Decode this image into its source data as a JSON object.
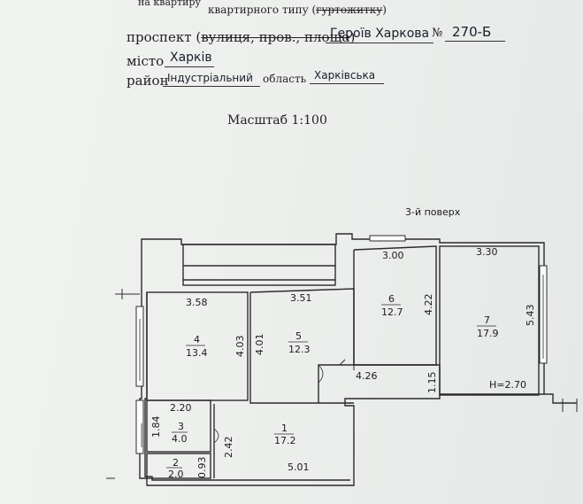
{
  "header": {
    "top_fragment": "на квартиру",
    "type_line_prefix": "квартирного типу (",
    "type_line_struck": "гуртожитку",
    "type_line_suffix": ")",
    "street_label_prefix": "проспект (",
    "street_label_struck": "вулиця, пров., площа",
    "street_label_suffix": ")",
    "street_value": "Героїв Харкова",
    "number_label": "№",
    "number_value": "270-Б",
    "city_label": "місто",
    "city_value": "Харків",
    "district_label": "район",
    "district_value": "Індустріальний",
    "region_label": "область",
    "region_value": "Харківська"
  },
  "scale": "Масштаб 1:100",
  "floor_label": "3-й поверх",
  "ceiling_height": "H=2.70",
  "rooms": [
    {
      "id": "1",
      "area": "17.2"
    },
    {
      "id": "2",
      "area": "2.0"
    },
    {
      "id": "3",
      "area": "4.0"
    },
    {
      "id": "4",
      "area": "13.4"
    },
    {
      "id": "5",
      "area": "12.3"
    },
    {
      "id": "6",
      "area": "12.7"
    },
    {
      "id": "7",
      "area": "17.9"
    }
  ],
  "dimensions": {
    "room4_width": "3.58",
    "room4_depth": "4.03",
    "room5_width": "3.51",
    "room5_depth": "4.01",
    "room6_width": "3.00",
    "room6_depth": "4.22",
    "room7_width": "3.30",
    "room7_depth": "5.43",
    "corridor_width": "4.26",
    "corridor_step": "1.15",
    "room3_width": "2.20",
    "room3_depth": "1.84",
    "room2_depth": "0.93",
    "hall_depth": "2.42",
    "hall_width": "5.01"
  }
}
